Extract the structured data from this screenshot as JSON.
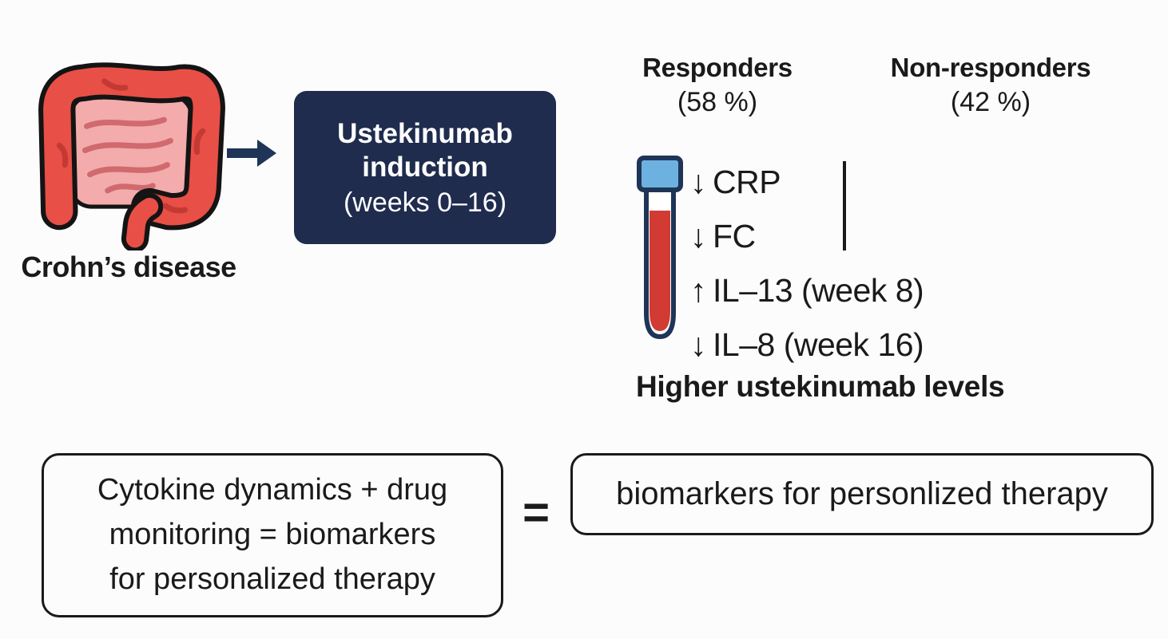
{
  "colors": {
    "bg": "#fcfcfc",
    "ink": "#1a1a1a",
    "navy_box": "#1f2c4e",
    "navy_outline": "#1f3557",
    "tube_cap_blue": "#6db1e0",
    "blood_red": "#d23b33",
    "colon_red": "#e84f46",
    "colon_inner_pink": "#f3abab",
    "squiggle_pink": "#d06a6e",
    "colon_crease": "#c23a33"
  },
  "flow": {
    "disease_label": "Crohn’s disease",
    "treatment_title": "Ustekinumab induction",
    "treatment_subtitle": "(weeks 0–16)"
  },
  "outcomes": {
    "responders": {
      "label": "Responders",
      "pct": "(58 %)"
    },
    "non_responders": {
      "label": "Non-responders",
      "pct": "(42 %)"
    },
    "responder_markers": [
      {
        "arrow": "↓",
        "text": "CRP"
      },
      {
        "arrow": "↓",
        "text": "FC"
      },
      {
        "arrow": "↑",
        "text": "IL–13 (week 8)"
      },
      {
        "arrow": "↓",
        "text": "IL–8 (week 16)"
      }
    ],
    "responder_summary": "Higher ustekinumab levels"
  },
  "conclusion": {
    "left_box_lines": [
      "Cytokine dynamics + drug",
      "monitoring = biomarkers",
      "for personalized therapy"
    ],
    "equals": "=",
    "right_box_text": "biomarkers for personlized therapy"
  },
  "icons": {
    "intestine": "inflamed-intestine-icon",
    "flow_arrow": "right-arrow-icon",
    "blood_tube": "blood-sample-tube-icon"
  }
}
